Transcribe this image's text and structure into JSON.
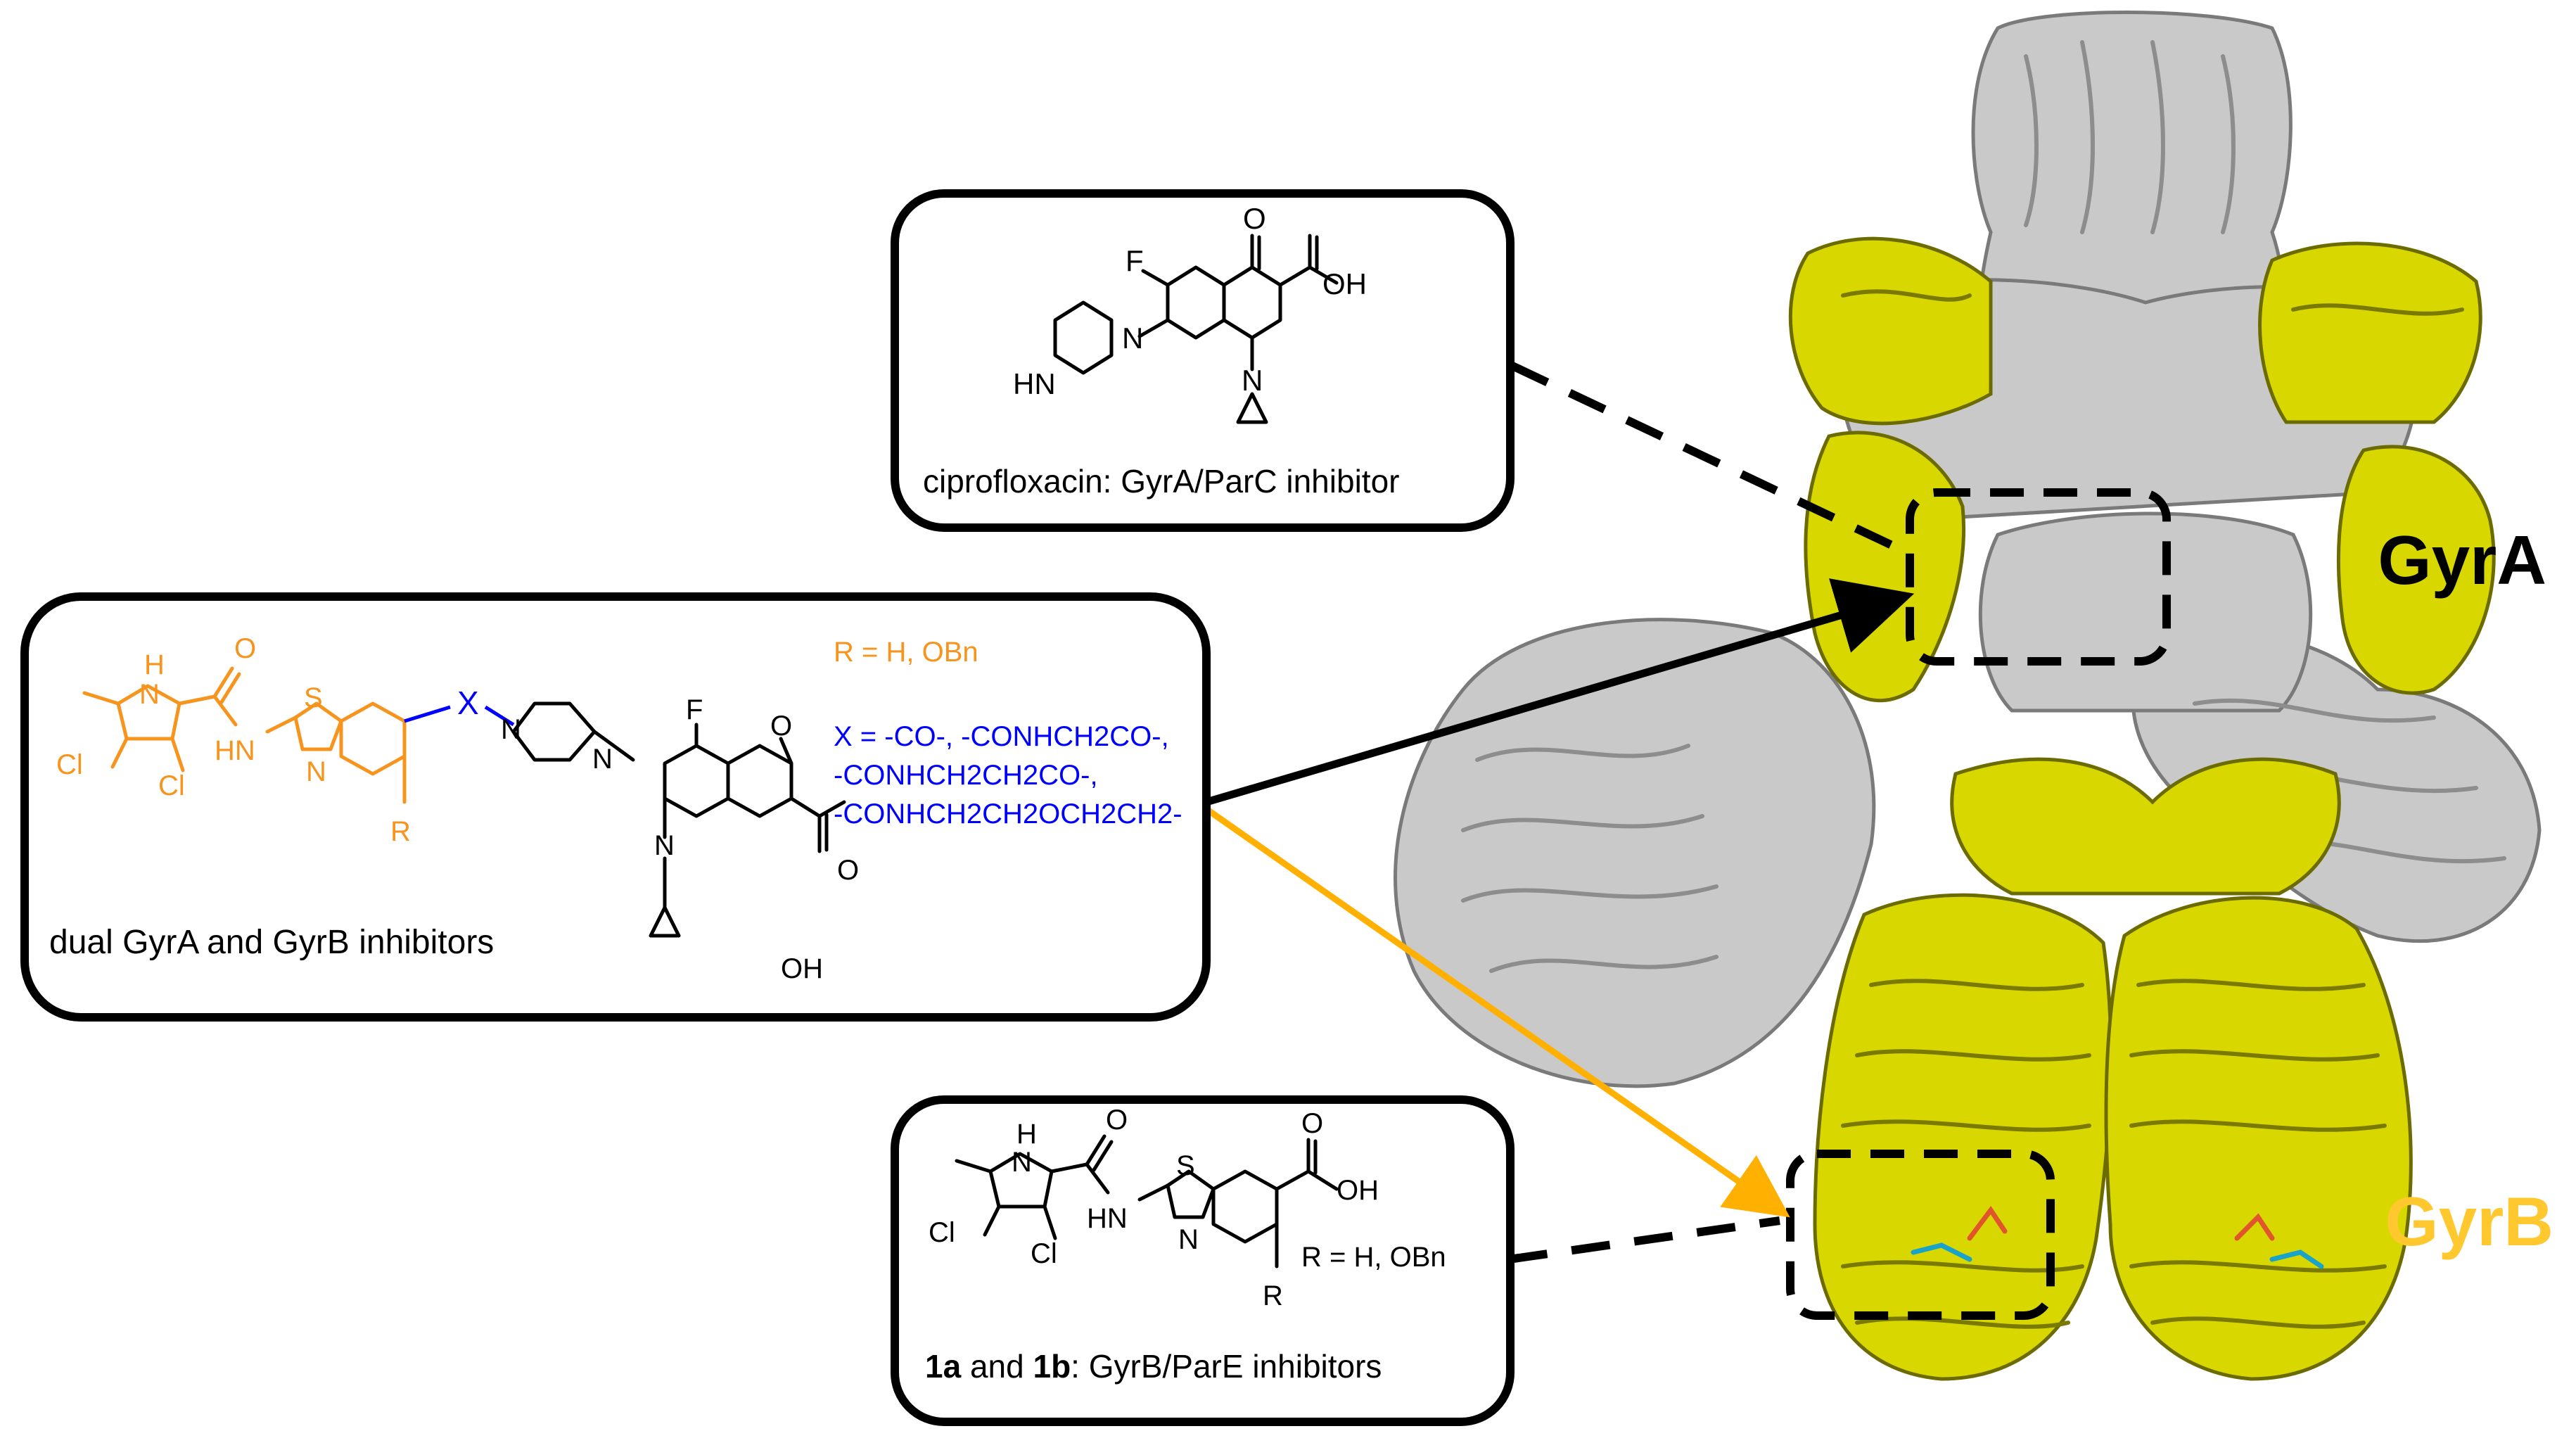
{
  "labels": {
    "gyra": "GyrA",
    "gyrb": "GyrB"
  },
  "colors": {
    "gyrb_label": "#FFC82E",
    "gyra_label": "#000000",
    "protein_yellow": "#D8D800",
    "protein_grey": "#C8C8C8",
    "orange": "#F7941D",
    "blue": "#0000FF",
    "arrow_orange": "#FFB000"
  },
  "boxes": {
    "cipro": {
      "caption": "ciprofloxacin: GyrA/ParC inhibitor",
      "atoms": {
        "o": "O",
        "oh": "OH",
        "f": "F",
        "n1": "N",
        "n2": "N",
        "hn": "HN"
      }
    },
    "dual": {
      "caption": "dual GyrA and GyrB inhibitors",
      "r_note": "R = H, OBn",
      "x_line1": "X = -CO-, -CONHCH2CO-,",
      "x_line2": "-CONHCH2CH2CO-,",
      "x_line3": "-CONHCH2CH2OCH2CH2-",
      "atoms": {
        "h": "H",
        "n_pyr": "N",
        "o_amide": "O",
        "cl1": "Cl",
        "cl2": "Cl",
        "hn": "HN",
        "s": "S",
        "n_thz": "N",
        "r": "R",
        "x": "X",
        "n_pip1": "N",
        "n_pip2": "N",
        "f": "F",
        "o_keto": "O",
        "n_q": "N",
        "o_acid": "O",
        "oh": "OH"
      }
    },
    "gyrb_inh": {
      "caption_bold": "1a",
      "caption_and": " and ",
      "caption_bold2": "1b",
      "caption_rest": ": GyrB/ParE inhibitors",
      "r_note": "R = H, OBn",
      "atoms": {
        "h": "H",
        "n_pyr": "N",
        "o_amide": "O",
        "cl1": "Cl",
        "cl2": "Cl",
        "hn": "HN",
        "s": "S",
        "n_thz": "N",
        "r": "R",
        "o_acid": "O",
        "oh": "OH"
      }
    }
  }
}
